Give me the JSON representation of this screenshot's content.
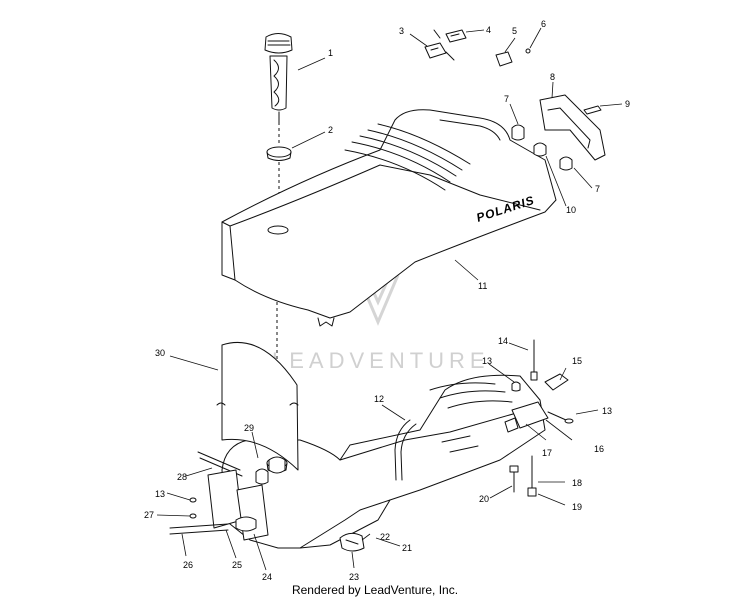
{
  "diagram": {
    "watermark_text": "LEADVENTURE",
    "credit": "Rendered by LeadVenture, Inc.",
    "seat_logo": "POLARIS",
    "callouts": [
      "1",
      "2",
      "3",
      "4",
      "5",
      "6",
      "7",
      "8",
      "9",
      "7",
      "10",
      "11",
      "14",
      "15",
      "13",
      "13",
      "12",
      "30",
      "29",
      "28",
      "13",
      "27",
      "26",
      "25",
      "24",
      "23",
      "22",
      "21",
      "16",
      "17",
      "18",
      "19",
      "20"
    ]
  }
}
